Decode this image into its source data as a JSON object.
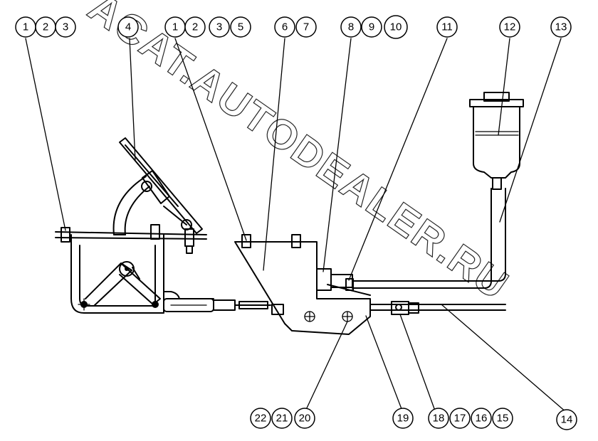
{
  "watermark": "ACAT.AUTODEALER.RU",
  "callouts": [
    "1",
    "2",
    "3",
    "4",
    "1",
    "2",
    "3",
    "5",
    "6",
    "7",
    "8",
    "9",
    "10",
    "11",
    "12",
    "13",
    "14",
    "15",
    "16",
    "17",
    "18",
    "19",
    "20",
    "21",
    "22"
  ]
}
